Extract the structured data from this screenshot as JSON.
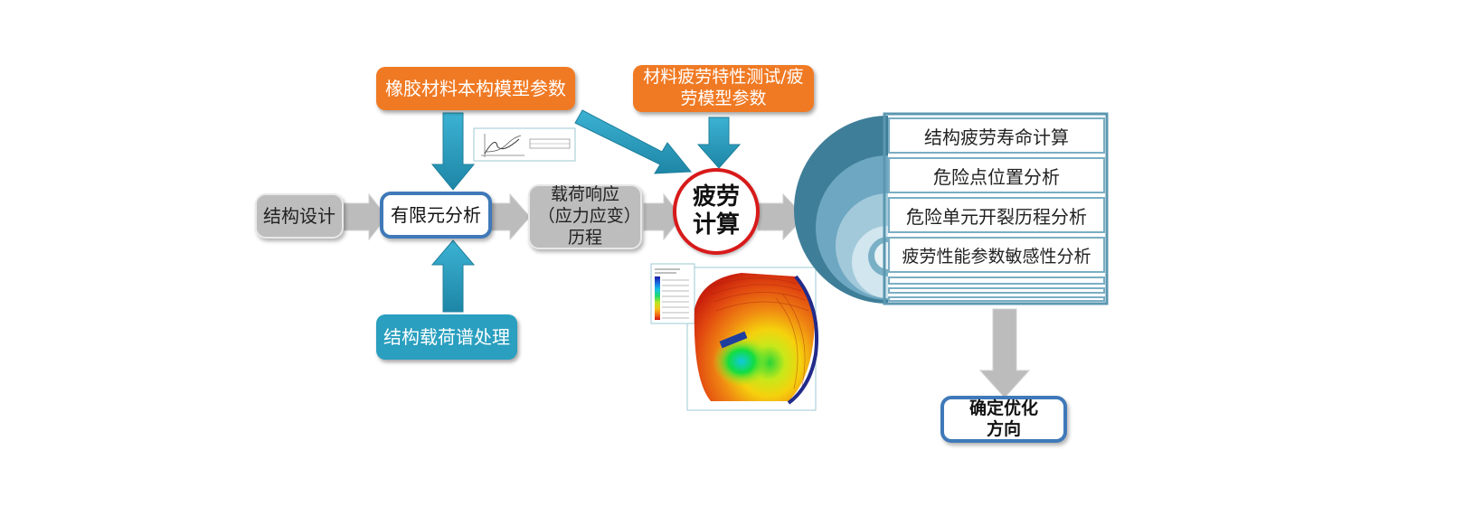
{
  "nodes": {
    "rubber_params": "橡胶材料本构模型参数",
    "fatigue_test": "材料疲劳特性测试/疲劳模型参数",
    "structure_design": "结构设计",
    "fea": "有限元分析",
    "load_response": "载荷响应（应力应变）历程",
    "fatigue_calc": "疲劳计算",
    "load_spectrum": "结构载荷谱处理",
    "optimize": "确定优化方向"
  },
  "results": [
    "结构疲劳寿命计算",
    "危险点位置分析",
    "危险单元开裂历程分析",
    "疲劳性能参数敏感性分析"
  ],
  "colors": {
    "orange": "#f07a24",
    "teal": "#2a9fbf",
    "gray": "#bdbdbd",
    "fea_border": "#3f79b9",
    "circle_border": "#d81a1a"
  },
  "icons": [
    "stress-strain-curve-thumbnail",
    "fatigue-life-contour-image"
  ]
}
